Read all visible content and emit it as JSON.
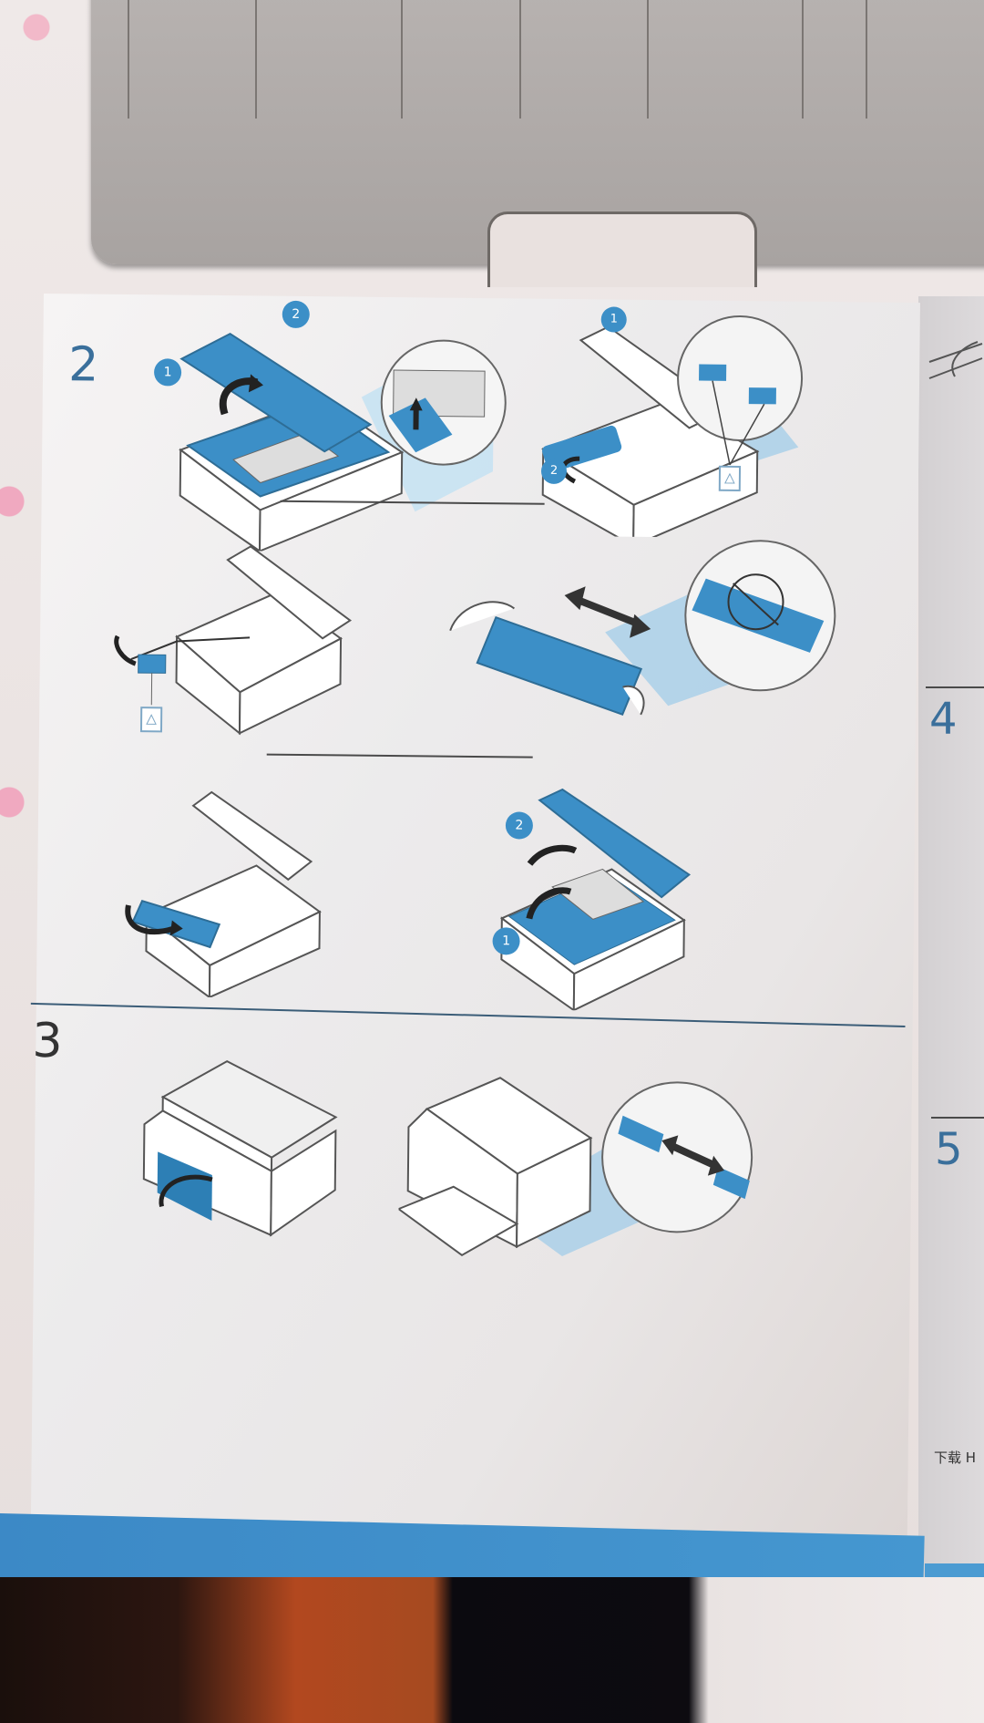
{
  "document": {
    "type": "printer setup guide (illustrated)",
    "accent_color": "#3a8fc9",
    "page_background": "#f1efef"
  },
  "steps": [
    {
      "number": "2",
      "panels": [
        {
          "id": "open-scanner-lid",
          "badges": [
            "1",
            "2"
          ],
          "description": "Lift scanner lid (1), release inner lock tab (2) shown in magnified circle"
        },
        {
          "id": "remove-shipping-locks",
          "badges": [
            "1",
            "2"
          ],
          "description": "Remove orange/blue shipping locks (1) to recycle bin, pull out toner cartridge (2)"
        },
        {
          "id": "remove-seal-tape",
          "badges": [],
          "description": "Pull protective tape from printer and discard in recycle bin"
        },
        {
          "id": "shake-cartridge",
          "badges": [],
          "description": "Shake toner cartridge side to side; magnified view of cartridge handle"
        },
        {
          "id": "insert-cartridge",
          "badges": [],
          "description": "Insert toner cartridge back into printer"
        },
        {
          "id": "close-lids",
          "badges": [
            "1",
            "2"
          ],
          "description": "Close inner cover (1), lower scanner lid (2)"
        }
      ]
    },
    {
      "number": "3",
      "panels": [
        {
          "id": "open-paper-tray",
          "badges": [],
          "description": "Open front paper input tray"
        },
        {
          "id": "adjust-paper-guides",
          "badges": [],
          "description": "Slide paper width guides; magnified detail of guide"
        }
      ]
    }
  ],
  "right_page": {
    "step_numbers": [
      "4",
      "5"
    ],
    "footer_text": "下载 H"
  },
  "icons": {
    "recycle_bin": "recycle-bin-icon",
    "arrow": "curved-arrow-icon",
    "double_arrow": "double-arrow-icon"
  }
}
